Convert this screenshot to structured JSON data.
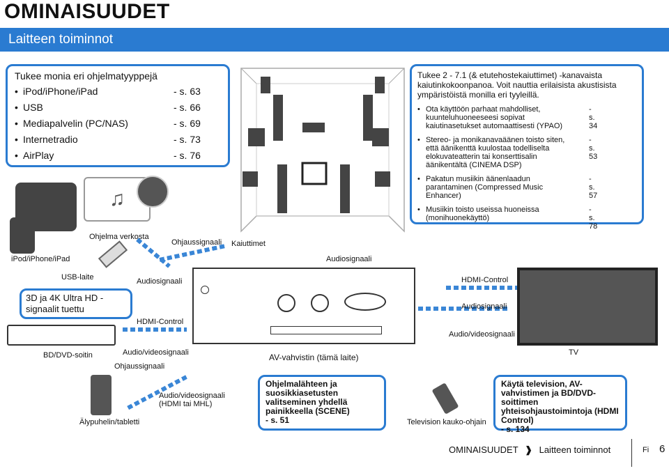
{
  "header": {
    "title": "OMINAISUUDET",
    "section": "Laitteen toiminnot"
  },
  "playback": {
    "heading": "Tukee monia eri ohjelmatyyppejä",
    "items": [
      {
        "label": "iPod/iPhone/iPad",
        "ref": "-   s. 63"
      },
      {
        "label": "USB",
        "ref": "-   s. 66"
      },
      {
        "label": "Mediapalvelin (PC/NAS)",
        "ref": "-   s. 69"
      },
      {
        "label": "Internetradio",
        "ref": "-   s. 73"
      },
      {
        "label": "AirPlay",
        "ref": "-   s. 76"
      }
    ]
  },
  "surround": {
    "intro": "Tukee 2 - 7.1 (& etutehostekaiuttimet) -kanavaista kaiutinkokoonpanoa. Voit nauttia erilaisista akustisista ympäristöistä monilla eri tyyleillä.",
    "items": [
      {
        "text": "Ota käyttöön parhaat mahdolliset, kuunteluhuoneeseesi sopivat kaiutinasetukset automaattisesti (YPAO)",
        "ref": "-  s. 34"
      },
      {
        "text": "Stereo- ja monikanavaäänen toisto siten, että äänikenttä kuulostaa todelliselta elokuvateatterin tai konserttisalin äänikentältä (CINEMA DSP)",
        "ref": "-  s. 53"
      },
      {
        "text": "Pakatun musiikin äänenlaadun parantaminen (Compressed Music Enhancer)",
        "ref": "-  s. 57"
      },
      {
        "text": "Musiikin toisto useissa huoneissa (monihuonekäyttö)",
        "ref": "-  s. 78"
      }
    ]
  },
  "diagram": {
    "program_network": "Ohjelma verkosta",
    "control_signal_top": "Ohjaussignaali",
    "speakers": "Kaiuttimet",
    "ipod": "iPod/iPhone/iPad",
    "audio_signal_top": "Audiosignaali",
    "usb_device": "USB-laite",
    "audio_signal_left": "Audiosignaali",
    "hdmi_control_right": "HDMI-Control",
    "uhd_note": "3D ja 4K Ultra HD -signaalit tuettu",
    "audio_signal_right": "Audiosignaali",
    "hdmi_control_left": "HDMI-Control",
    "av_signal_right": "Audio/videosignaali",
    "bd_player": "BD/DVD-soitin",
    "av_signal_left": "Audio/videosignaali",
    "receiver": "AV-vahvistin (tämä laite)",
    "tv": "TV",
    "control_signal_bottom": "Ohjaussignaali",
    "av_signal_hdmi": "Audio/videosignaali (HDMI tai MHL)",
    "smartphone": "Älypuhelin/tabletti",
    "remote": "Television kauko-ohjain"
  },
  "scene_box": {
    "text": "Ohjelmalähteen ja suosikkiasetusten valitseminen yhdellä painikkeella (SCENE)",
    "ref": "-   s. 51"
  },
  "tv_box": {
    "text": "Käytä television, AV-vahvistimen ja BD/DVD-soittimen yhteisohjaustoimintoja (HDMI Control)",
    "ref": "-   s. 134"
  },
  "footer": {
    "section": "OMINAISUUDET",
    "subsection": "Laitteen toiminnot",
    "lang": "Fi",
    "page": "6"
  },
  "colors": {
    "accent": "#2a7bd1"
  }
}
